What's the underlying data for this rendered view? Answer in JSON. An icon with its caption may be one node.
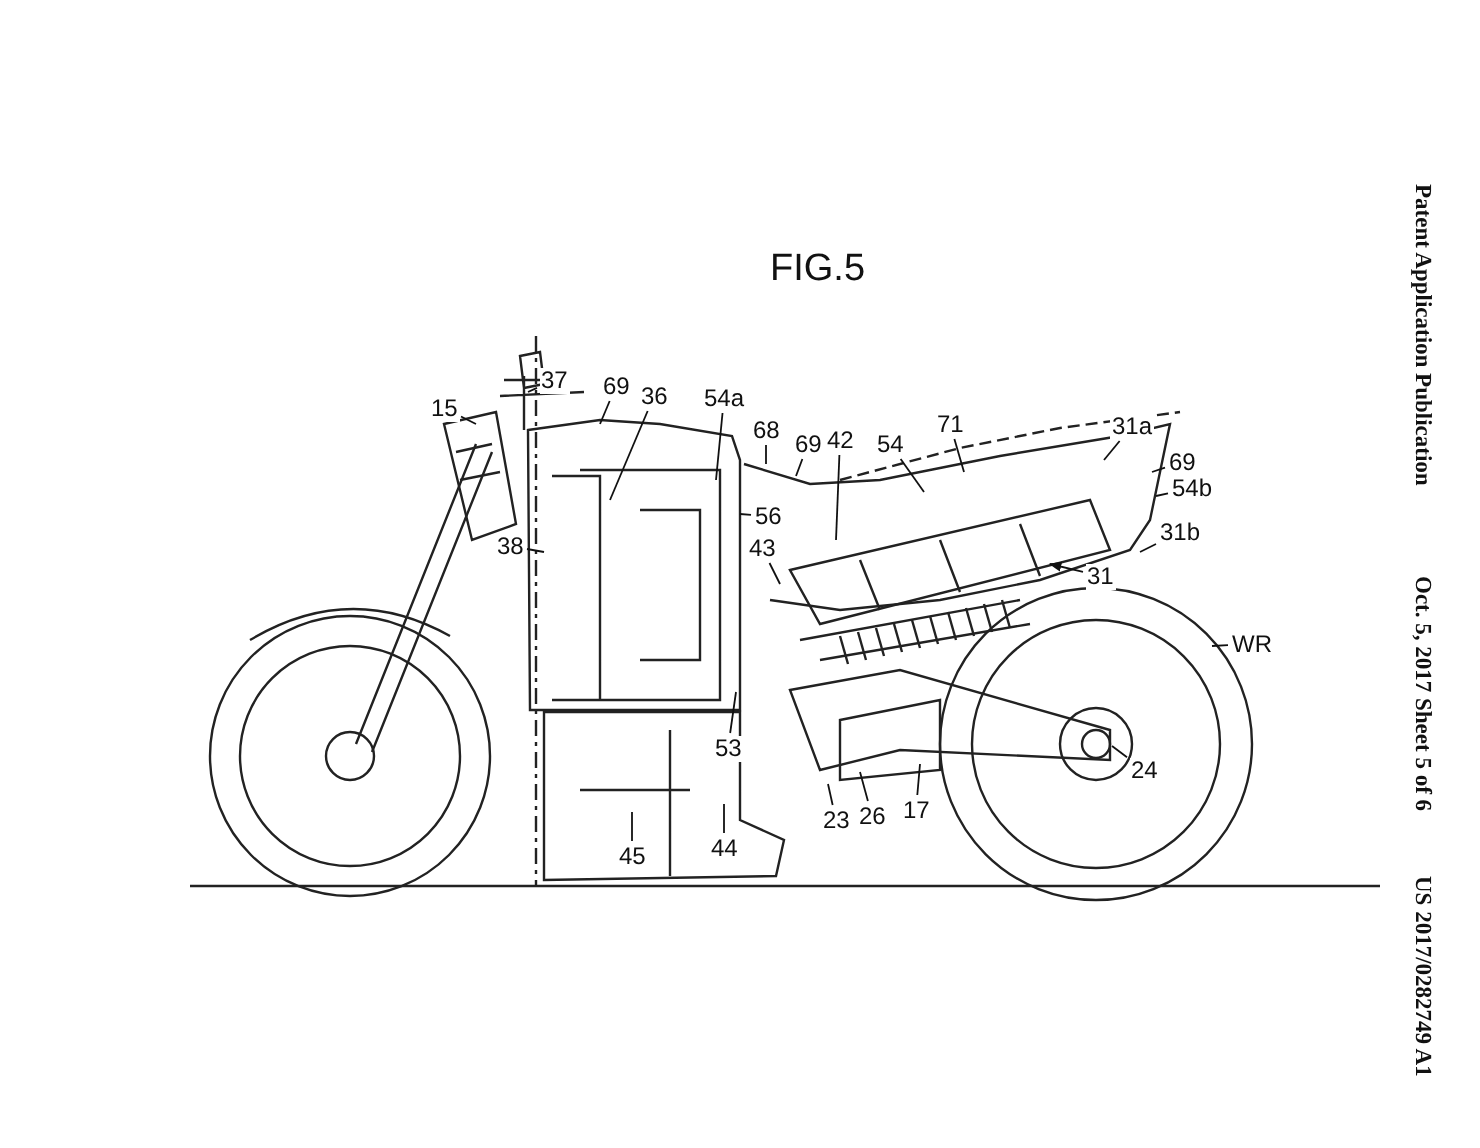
{
  "diagram": {
    "title": "FIG.5",
    "nodes": [
      {
        "text": [
          "37"
        ]
      },
      {
        "text": [
          "15"
        ]
      },
      {
        "text": [
          "69"
        ]
      },
      {
        "text": [
          "36"
        ]
      },
      {
        "text": [
          "54a"
        ]
      },
      {
        "text": [
          "68"
        ]
      },
      {
        "text": [
          "69"
        ]
      },
      {
        "text": [
          "42"
        ]
      },
      {
        "text": [
          "54"
        ]
      },
      {
        "text": [
          "71"
        ]
      },
      {
        "text": [
          "31a"
        ]
      },
      {
        "text": [
          "69"
        ]
      },
      {
        "text": [
          "54b"
        ]
      },
      {
        "text": [
          "56"
        ]
      },
      {
        "text": [
          "31b"
        ]
      },
      {
        "text": [
          "38"
        ]
      },
      {
        "text": [
          "43"
        ]
      },
      {
        "text": [
          "31"
        ]
      },
      {
        "text": [
          "WR"
        ]
      },
      {
        "text": [
          "53"
        ]
      },
      {
        "text": [
          "24"
        ]
      },
      {
        "text": [
          "17"
        ]
      },
      {
        "text": [
          "26"
        ]
      },
      {
        "text": [
          "23"
        ]
      },
      {
        "text": [
          "44"
        ]
      },
      {
        "text": [
          "45"
        ]
      }
    ],
    "edges": [
      {
        "from": 0,
        "to": null,
        "arrow": "none"
      },
      {
        "from": 1,
        "to": null,
        "arrow": "none"
      },
      {
        "from": 2,
        "to": null,
        "arrow": "none"
      },
      {
        "from": 3,
        "to": null,
        "arrow": "none"
      },
      {
        "from": 4,
        "to": null,
        "arrow": "none"
      },
      {
        "from": 5,
        "to": null,
        "arrow": "none"
      },
      {
        "from": 6,
        "to": null,
        "arrow": "none"
      },
      {
        "from": 7,
        "to": null,
        "arrow": "none"
      },
      {
        "from": 8,
        "to": null,
        "arrow": "none"
      },
      {
        "from": 9,
        "to": null,
        "arrow": "none"
      },
      {
        "from": 10,
        "to": null,
        "arrow": "none"
      },
      {
        "from": 11,
        "to": null,
        "arrow": "none"
      },
      {
        "from": 12,
        "to": null,
        "arrow": "none"
      },
      {
        "from": 13,
        "to": null,
        "arrow": "none"
      },
      {
        "from": 14,
        "to": null,
        "arrow": "none"
      },
      {
        "from": 15,
        "to": null,
        "arrow": "none"
      },
      {
        "from": 16,
        "to": null,
        "arrow": "none"
      },
      {
        "from": 17,
        "to": null,
        "arrow": "to"
      },
      {
        "from": 18,
        "to": null,
        "arrow": "none"
      },
      {
        "from": 19,
        "to": null,
        "arrow": "none"
      },
      {
        "from": 20,
        "to": null,
        "arrow": "none"
      },
      {
        "from": 21,
        "to": null,
        "arrow": "none"
      },
      {
        "from": 22,
        "to": null,
        "arrow": "none"
      },
      {
        "from": 23,
        "to": null,
        "arrow": "none"
      },
      {
        "from": 24,
        "to": null,
        "arrow": "none"
      },
      {
        "from": 25,
        "to": null,
        "arrow": "none"
      }
    ],
    "labels": [
      "Patent Application Publication",
      "Oct. 5, 2017 Sheet 5 of 6",
      "US 2017/0282749 A1"
    ]
  }
}
